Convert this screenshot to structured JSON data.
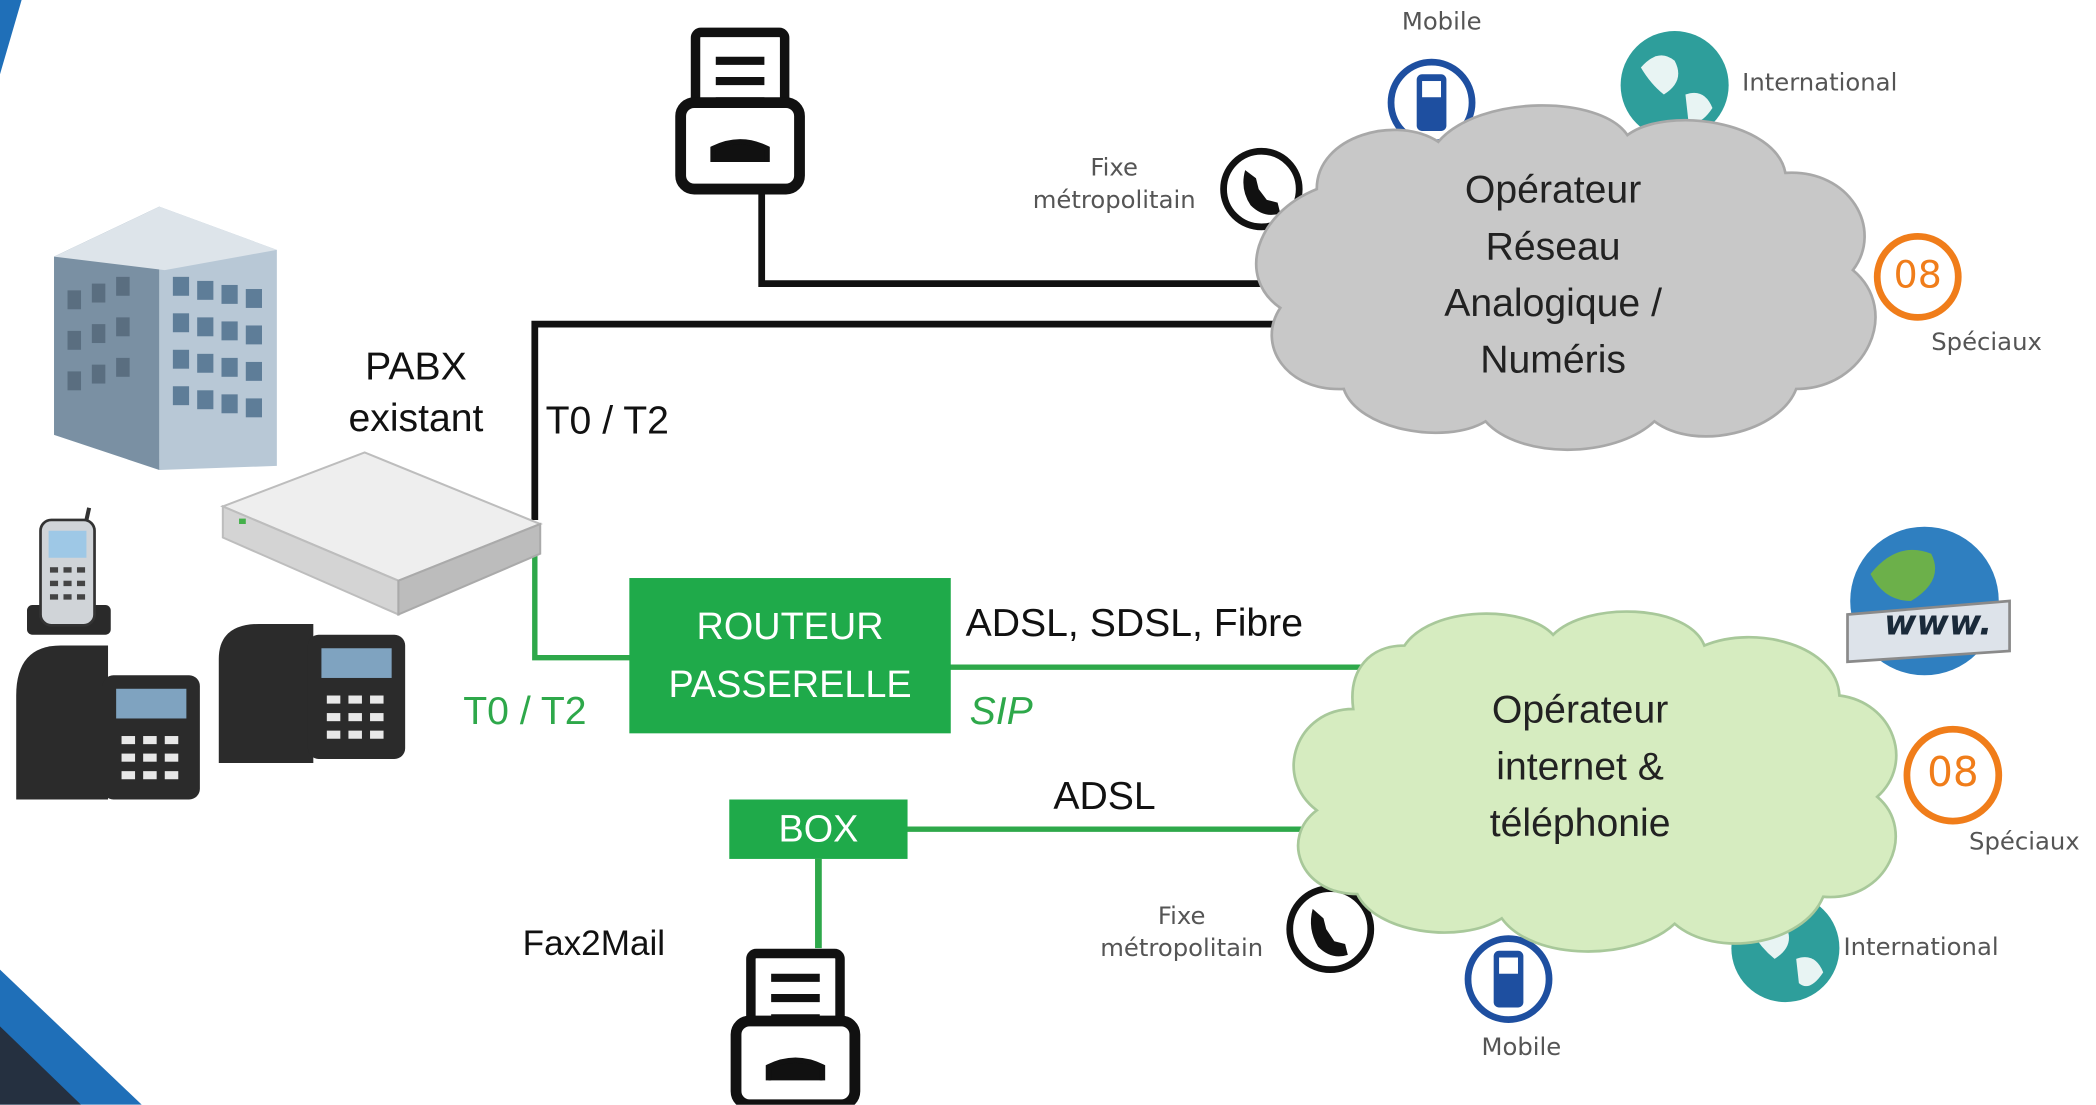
{
  "pabx": {
    "line1": "PABX",
    "line2": "existant"
  },
  "links": {
    "t0_t2_top": "T0 / T2",
    "t0_t2_green": "T0 / T2",
    "adsl_sdsl_fibre": "ADSL, SDSL, Fibre",
    "sip": "SIP",
    "adsl": "ADSL",
    "fax2mail": "Fax2Mail"
  },
  "router": {
    "line1": "ROUTEUR",
    "line2": "PASSERELLE"
  },
  "box": {
    "label": "BOX"
  },
  "cloud_analog": {
    "l1": "Opérateur",
    "l2": "Réseau",
    "l3": "Analogique /",
    "l4": "Numéris"
  },
  "cloud_internet": {
    "l1": "Opérateur",
    "l2": "internet &",
    "l3": "téléphonie"
  },
  "destinations_top": {
    "mobile": "Mobile",
    "international": "International",
    "fixe1": "Fixe",
    "fixe2": "métropolitain",
    "badge": "08",
    "speciaux": "Spéciaux"
  },
  "destinations_bottom": {
    "mobile": "Mobile",
    "international": "International",
    "fixe1": "Fixe",
    "fixe2": "métropolitain",
    "badge": "08",
    "speciaux": "Spéciaux",
    "www": "www."
  },
  "colors": {
    "green_line": "#2ea84a",
    "green_box": "#1faa4a",
    "cloud_grey": "#c8c8c8",
    "cloud_green": "#d6ecc0",
    "accent_blue": "#1f6fb8",
    "orange": "#f07d1a",
    "teal": "#2e9e9b"
  }
}
